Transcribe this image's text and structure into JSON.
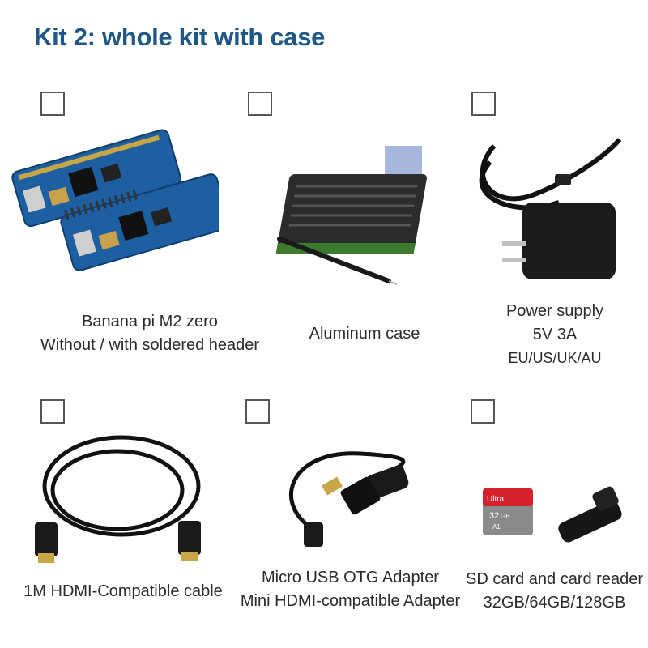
{
  "title": "Kit 2: whole kit with case",
  "items": [
    {
      "id": "banana-pi",
      "lines": [
        "Banana pi M2 zero",
        "Without / with soldered header"
      ]
    },
    {
      "id": "aluminum-case",
      "lines": [
        "Aluminum case"
      ]
    },
    {
      "id": "power-supply",
      "lines": [
        "Power supply",
        "5V 3A",
        "EU/US/UK/AU"
      ]
    },
    {
      "id": "hdmi-cable",
      "lines": [
        "1M HDMI-Compatible cable"
      ]
    },
    {
      "id": "otg-adapter",
      "lines": [
        "Micro USB OTG Adapter",
        "Mini HDMI-compatible Adapter"
      ]
    },
    {
      "id": "sd-card",
      "lines": [
        "SD card and card reader",
        "32GB/64GB/128GB"
      ]
    }
  ],
  "sd_card": {
    "brand": "Ultra",
    "capacity": "32",
    "unit": "GB",
    "class": "A1"
  },
  "colors": {
    "title": "#1f5886",
    "board": "#1d5fa0",
    "case": "#2a2c2e",
    "sd_red": "#d5212b"
  }
}
